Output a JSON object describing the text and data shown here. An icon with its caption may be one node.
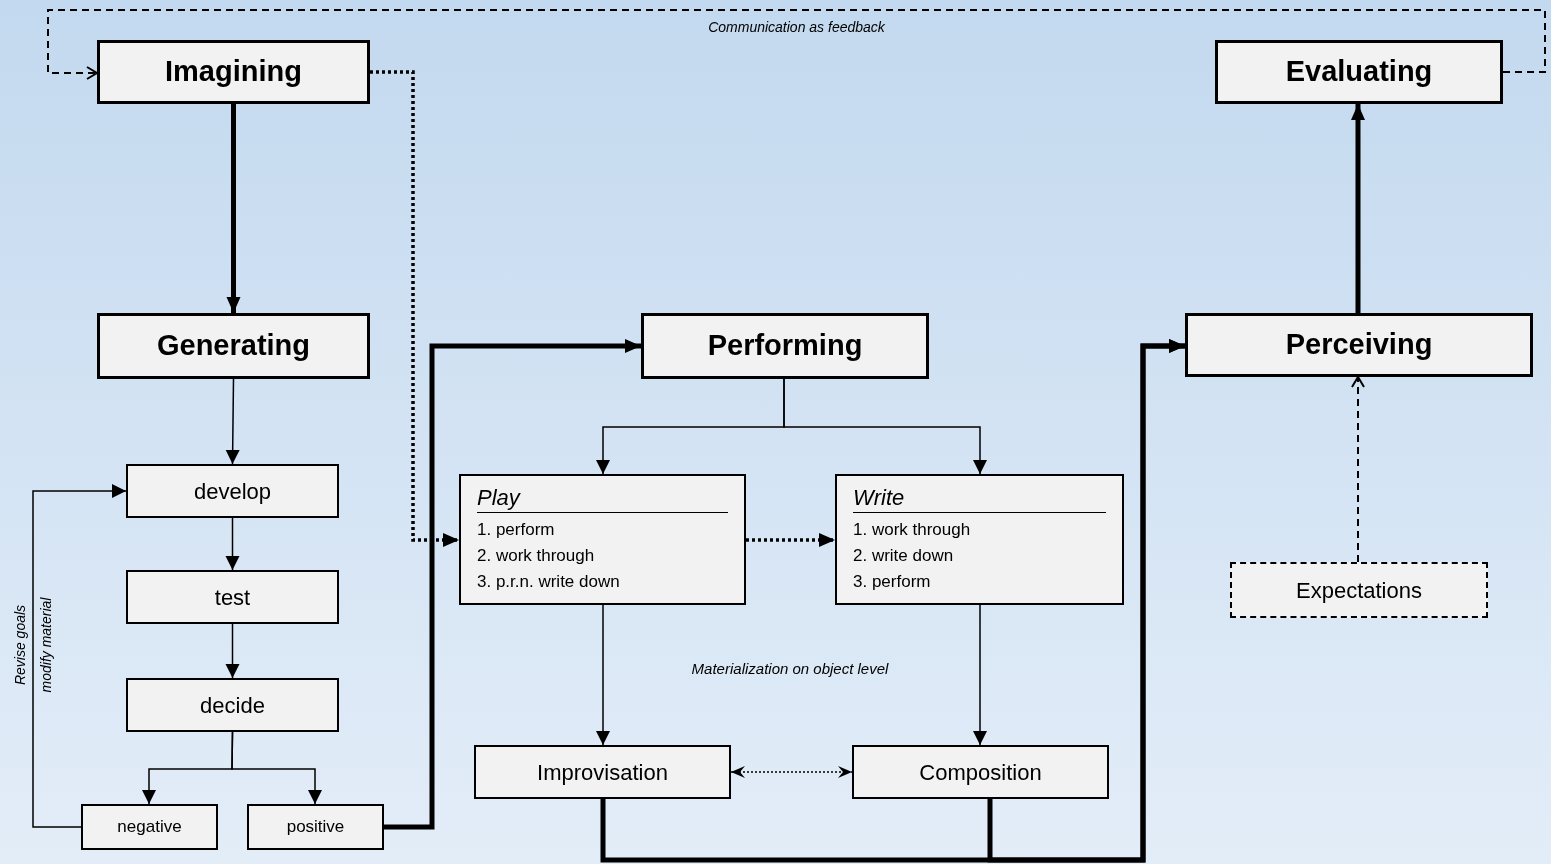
{
  "diagram": {
    "nodes": [
      {
        "text": [
          "Imagining"
        ]
      },
      {
        "text": [
          "Evaluating"
        ]
      },
      {
        "text": [
          "Generating"
        ]
      },
      {
        "text": [
          "Performing"
        ]
      },
      {
        "text": [
          "Perceiving"
        ]
      },
      {
        "text": [
          "develop"
        ]
      },
      {
        "text": [
          "test"
        ]
      },
      {
        "text": [
          "decide"
        ]
      },
      {
        "text": [
          "negative"
        ]
      },
      {
        "text": [
          "positive"
        ]
      },
      {
        "text": [
          "Play",
          "1. perform",
          "2. work through",
          "3. p.r.n. write down"
        ]
      },
      {
        "text": [
          "Write",
          "1. work through",
          "2. write down",
          "3. perform"
        ]
      },
      {
        "text": [
          "Improvisation"
        ]
      },
      {
        "text": [
          "Composition"
        ]
      },
      {
        "text": [
          "Expectations"
        ]
      }
    ],
    "edges": [
      {
        "from": 1,
        "to": 0,
        "arrow": "to",
        "style": "dashed",
        "label": "Communication as feedback"
      },
      {
        "from": 0,
        "to": 2,
        "arrow": "to",
        "style": "thick"
      },
      {
        "from": 0,
        "to": 10,
        "arrow": "to",
        "style": "dashed"
      },
      {
        "from": 2,
        "to": 5,
        "arrow": "to"
      },
      {
        "from": 5,
        "to": 6,
        "arrow": "to"
      },
      {
        "from": 6,
        "to": 7,
        "arrow": "to"
      },
      {
        "from": 7,
        "to": 8,
        "arrow": "to"
      },
      {
        "from": 7,
        "to": 9,
        "arrow": "to"
      },
      {
        "from": 8,
        "to": 5,
        "arrow": "to",
        "label": "Revise goals modify material"
      },
      {
        "from": 9,
        "to": 3,
        "arrow": "to",
        "style": "thick"
      },
      {
        "from": 3,
        "to": 10,
        "arrow": "to"
      },
      {
        "from": 3,
        "to": 11,
        "arrow": "to"
      },
      {
        "from": 10,
        "to": 11,
        "arrow": "to",
        "style": "dashed"
      },
      {
        "from": 10,
        "to": 12,
        "arrow": "to"
      },
      {
        "from": 11,
        "to": 13,
        "arrow": "to"
      },
      {
        "from": 12,
        "to": 13,
        "arrow": "both",
        "style": "dashed"
      },
      {
        "from": 12,
        "to": 4,
        "arrow": "to",
        "style": "thick"
      },
      {
        "from": 13,
        "to": 4,
        "arrow": "to",
        "style": "thick"
      },
      {
        "from": 4,
        "to": 1,
        "arrow": "to",
        "style": "thick"
      },
      {
        "from": 14,
        "to": 4,
        "arrow": "to",
        "style": "dashed"
      }
    ],
    "labels": [
      "Materialization on object level"
    ]
  }
}
